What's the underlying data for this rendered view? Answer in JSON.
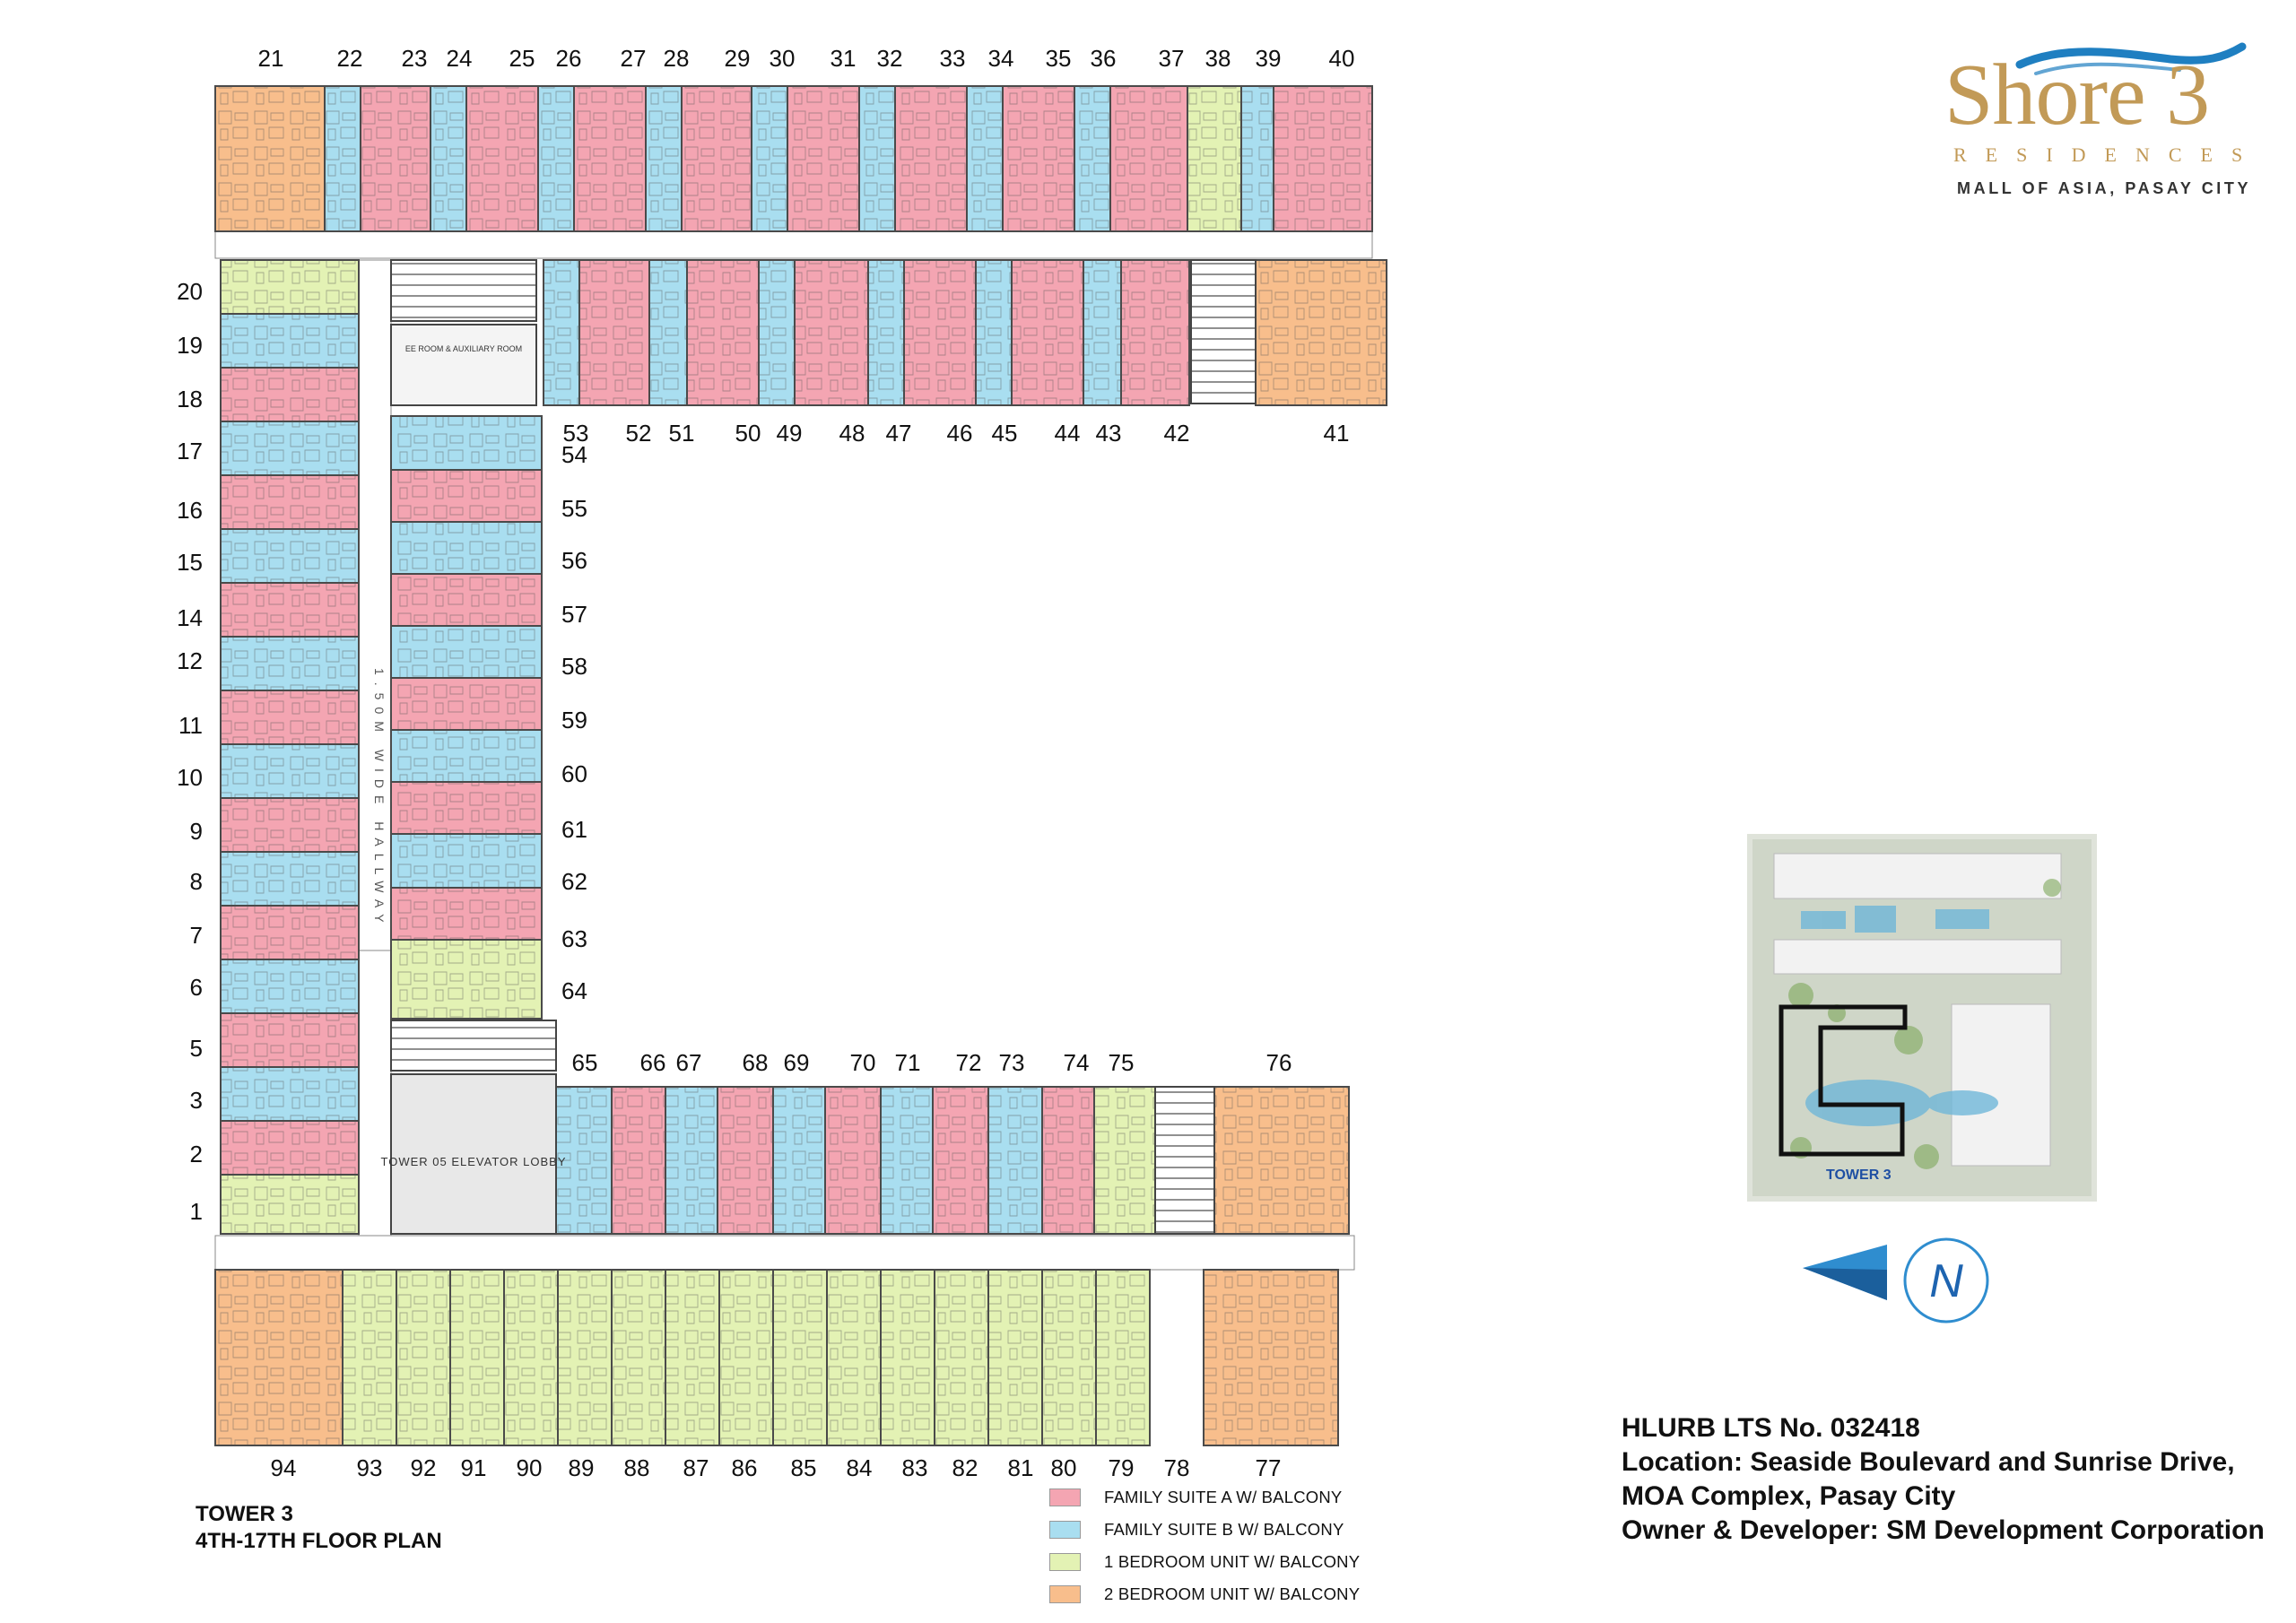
{
  "logo": {
    "name": "Shore 3",
    "subtitle": "RESIDENCES",
    "tagline": "MALL OF ASIA, PASAY CITY"
  },
  "floor_plan": {
    "title_line1": "TOWER 3",
    "title_line2": "4TH-17TH FLOOR PLAN",
    "top_row_numbers": [
      "21",
      "22",
      "23",
      "24",
      "25",
      "26",
      "27",
      "28",
      "29",
      "30",
      "31",
      "32",
      "33",
      "34",
      "35",
      "36",
      "37",
      "38",
      "39",
      "40"
    ],
    "second_row_numbers": [
      "53",
      "52",
      "51",
      "50",
      "49",
      "48",
      "47",
      "46",
      "45",
      "44",
      "43",
      "42",
      "41"
    ],
    "left_column_numbers": [
      "20",
      "19",
      "18",
      "17",
      "16",
      "15",
      "14",
      "12",
      "11",
      "10",
      "9",
      "8",
      "7",
      "6",
      "5",
      "3",
      "2",
      "1"
    ],
    "inner_column_numbers": [
      "54",
      "55",
      "56",
      "57",
      "58",
      "59",
      "60",
      "61",
      "62",
      "63",
      "64"
    ],
    "lower_row_numbers": [
      "65",
      "66",
      "67",
      "68",
      "69",
      "70",
      "71",
      "72",
      "73",
      "74",
      "75",
      "76"
    ],
    "bottom_row_numbers": [
      "94",
      "93",
      "92",
      "91",
      "90",
      "89",
      "88",
      "87",
      "86",
      "85",
      "84",
      "83",
      "82",
      "81",
      "80",
      "79",
      "78",
      "77"
    ],
    "hallway_label": "1.50M WIDE HALLWAY",
    "elevator_lobby_label": "TOWER 05 ELEVATOR LOBBY",
    "room_label": "EE ROOM & AUXILIARY ROOM"
  },
  "legend": [
    {
      "label": "FAMILY SUITE A W/ BALCONY",
      "color": "#f4a5b2"
    },
    {
      "label": "FAMILY SUITE B W/ BALCONY",
      "color": "#a9def0"
    },
    {
      "label": "1 BEDROOM UNIT W/ BALCONY",
      "color": "#e3f2b4"
    },
    {
      "label": "2 BEDROOM UNIT W/ BALCONY",
      "color": "#f8be8c"
    }
  ],
  "project_info": {
    "line1": "HLURB LTS No. 032418",
    "line2": "Location: Seaside Boulevard and Sunrise Drive,",
    "line3": "MOA Complex, Pasay City",
    "line4": "Owner & Developer: SM Development Corporation"
  },
  "key_map": {
    "label": "TOWER 3"
  },
  "north_label": "N",
  "colors": {
    "family_a": "#f4a5b2",
    "family_b": "#a9def0",
    "one_bedroom": "#e3f2b4",
    "two_bedroom": "#f8be8c",
    "corridor": "#ffffff",
    "core": "#dcdcdc",
    "line": "#4a4a4a",
    "logo_gold": "#c29a57",
    "logo_blue": "#1f7fc1"
  }
}
